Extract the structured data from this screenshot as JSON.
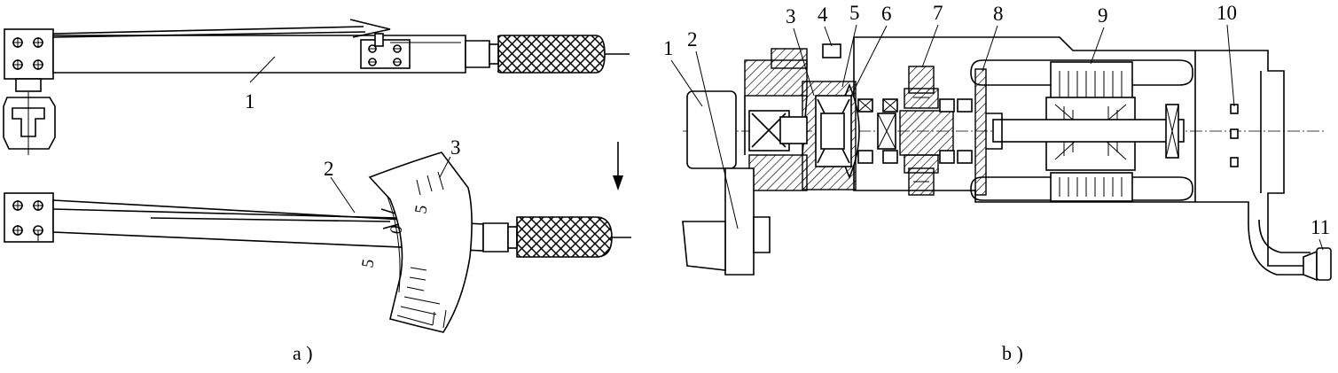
{
  "figure_a": {
    "caption": "a )",
    "callouts": [
      "1",
      "2",
      "3"
    ],
    "scale_labels": [
      "5",
      "0",
      "5"
    ]
  },
  "figure_b": {
    "caption": "b )",
    "callouts": [
      "1",
      "2",
      "3",
      "4",
      "5",
      "6",
      "7",
      "8",
      "9",
      "10",
      "11"
    ]
  }
}
